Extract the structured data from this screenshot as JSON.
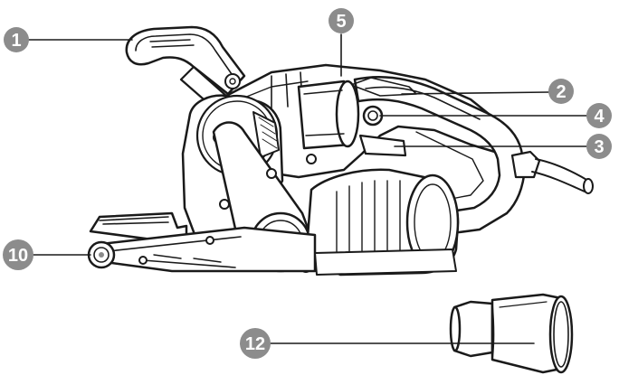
{
  "callouts": [
    {
      "id": "c1",
      "label": "1"
    },
    {
      "id": "c5",
      "label": "5"
    },
    {
      "id": "c2",
      "label": "2"
    },
    {
      "id": "c4",
      "label": "4"
    },
    {
      "id": "c3",
      "label": "3"
    },
    {
      "id": "c10",
      "label": "10"
    },
    {
      "id": "c12",
      "label": "12"
    }
  ],
  "colors": {
    "badge": "#8c8c8c",
    "ink": "#1a1a1a",
    "background": "#ffffff"
  }
}
